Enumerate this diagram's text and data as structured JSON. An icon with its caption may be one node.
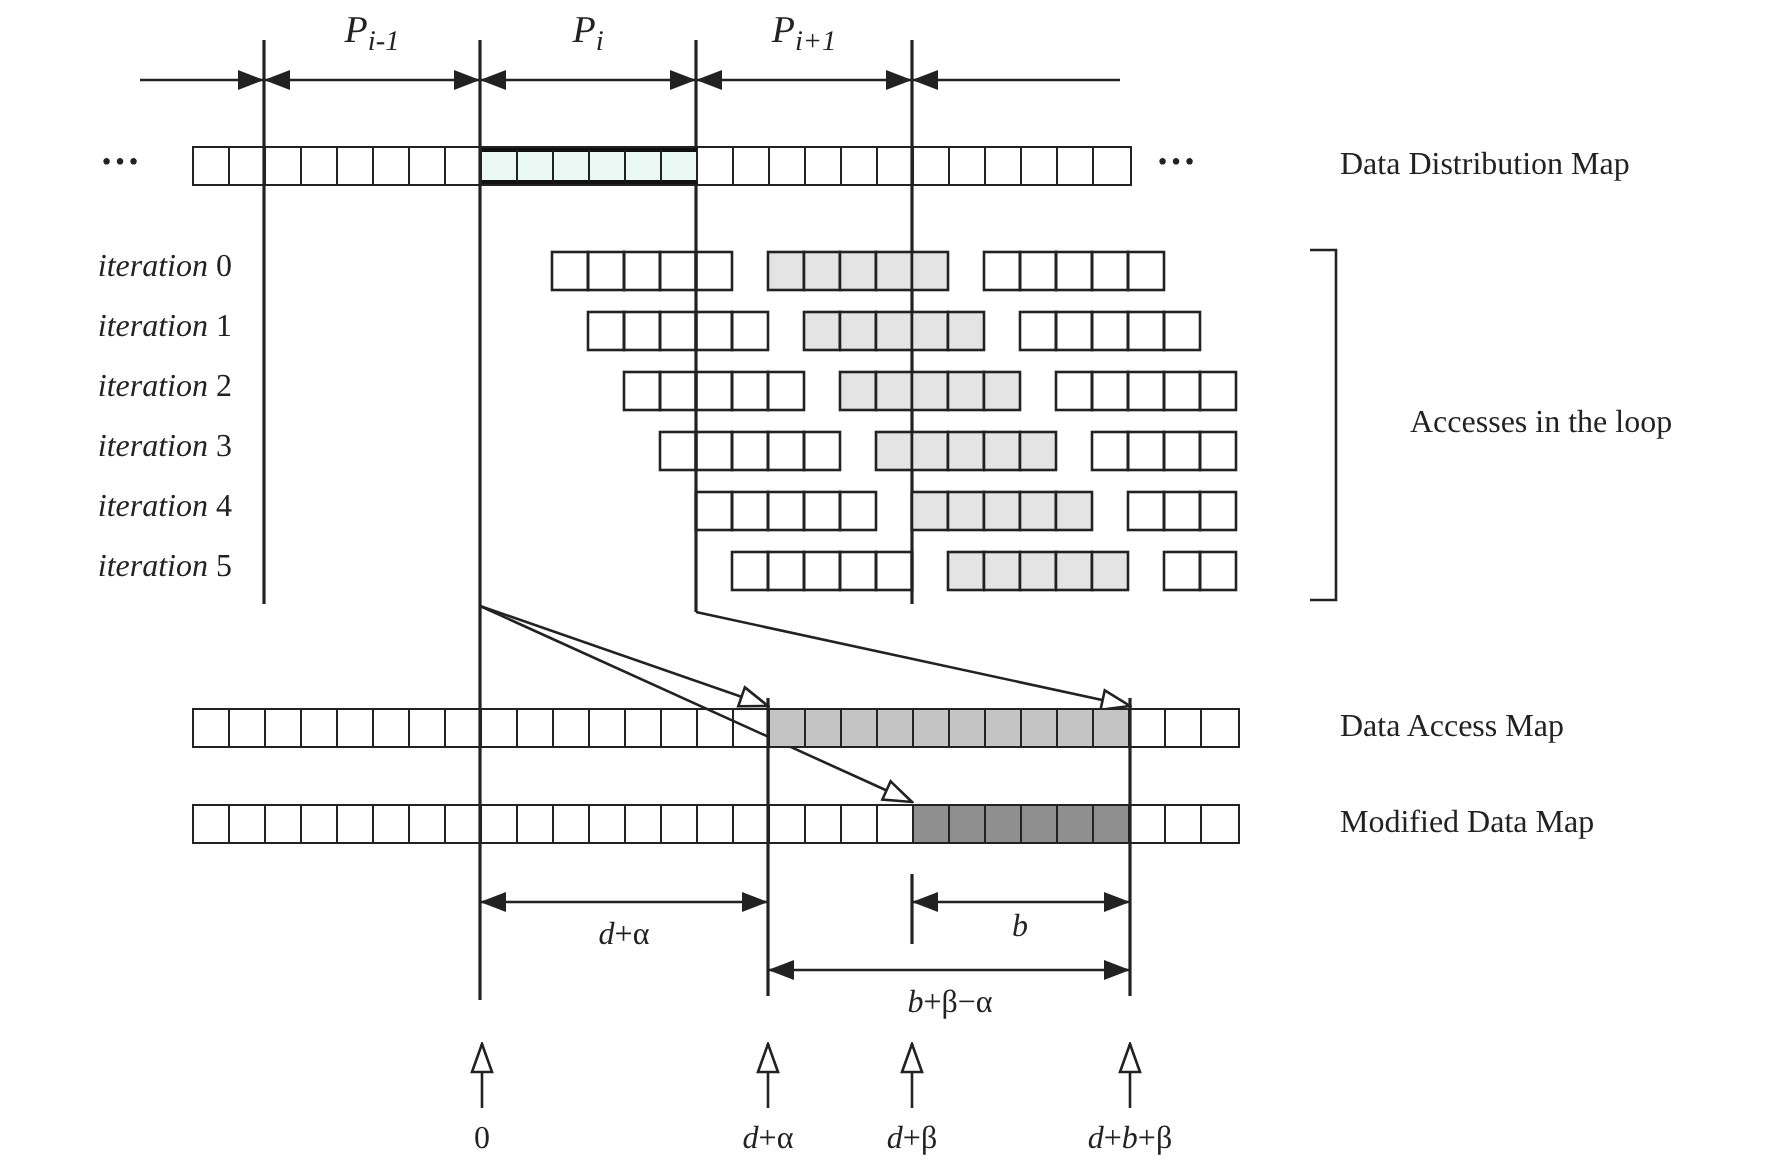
{
  "diagram": {
    "nodes": [
      {
        "text": [],
        "shape": "bar"
      },
      {
        "text": [],
        "shape": "bar"
      },
      {
        "text": [],
        "shape": "bar"
      }
    ],
    "edges": [
      {
        "from": null,
        "to": 1,
        "arrow": "to"
      },
      {
        "from": null,
        "to": 2,
        "arrow": "to"
      },
      {
        "from": null,
        "to": 1,
        "arrow": "to"
      }
    ],
    "labels": [
      "P$_{i-1}$",
      "P$_{i}$",
      "P$_{i+1}$",
      "…",
      "…",
      "Data Distribution Map",
      "*iteration* 0",
      "*iteration* 1",
      "*iteration* 2",
      "*iteration* 3",
      "*iteration* 4",
      "*iteration* 5",
      "Accesses in the loop",
      "Data Access Map",
      "Modified Data Map",
      "*d*+α",
      "*b*",
      "*b*+β−α",
      "0",
      "*d*+α",
      "*d*+β",
      "*d*+*b*+β"
    ]
  }
}
